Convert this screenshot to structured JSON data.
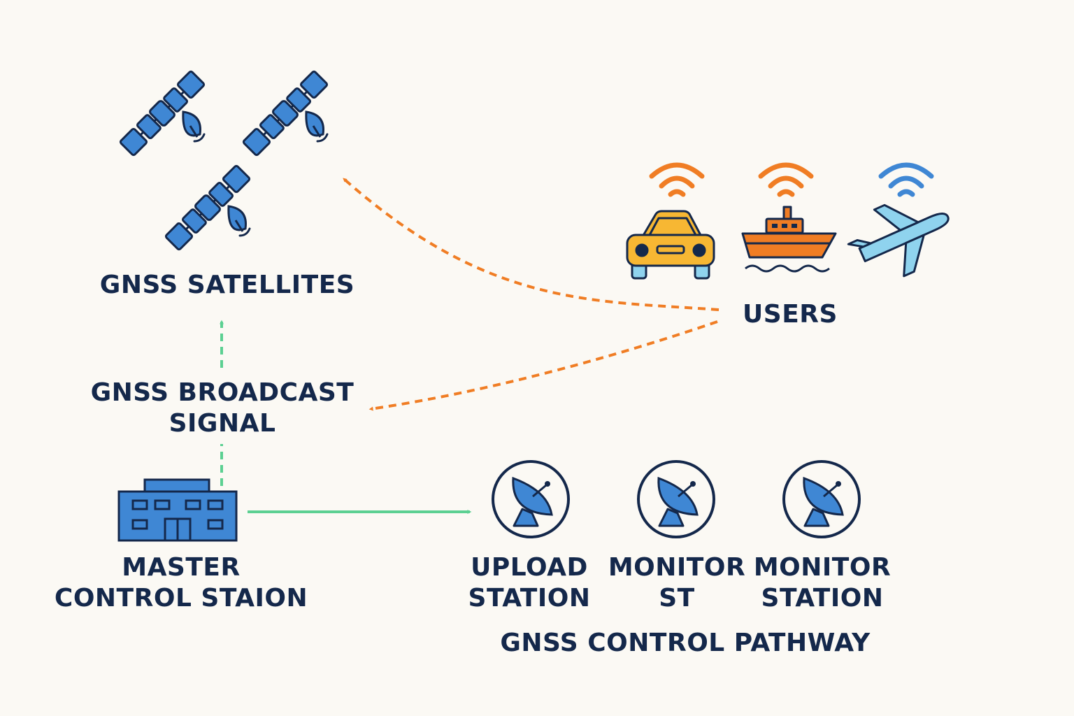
{
  "labels": {
    "satellites": "GNSS SATELLITES",
    "users": "USERS",
    "broadcast_line1": "GNSS BROADCAST",
    "broadcast_line2": "SIGNAL",
    "master_line1": "MASTER",
    "master_line2": "CONTROL STAION",
    "upload_line1": "UPLOAD",
    "upload_line2": "STATION",
    "monitor1_line1": "MONITOR",
    "monitor1_line2": "ST",
    "monitor2_line1": "MONITOR",
    "monitor2_line2": "STATION",
    "pathway": "GNSS CONTROL PATHWAY"
  },
  "icons": {
    "satellites": [
      "satellite-icon",
      "satellite-icon",
      "satellite-icon"
    ],
    "users": [
      "car-icon",
      "ship-icon",
      "airplane-icon"
    ],
    "stations": [
      "antenna-dish-icon",
      "antenna-dish-icon",
      "antenna-dish-icon"
    ],
    "master": "building-icon"
  },
  "colors": {
    "background": "#fbf9f4",
    "text": "#14284b",
    "blue": "#3f87d4",
    "navy": "#14284b",
    "orange": "#f07d24",
    "green": "#5cd092",
    "yellow": "#f7b733",
    "light_blue": "#8fd3ee"
  }
}
